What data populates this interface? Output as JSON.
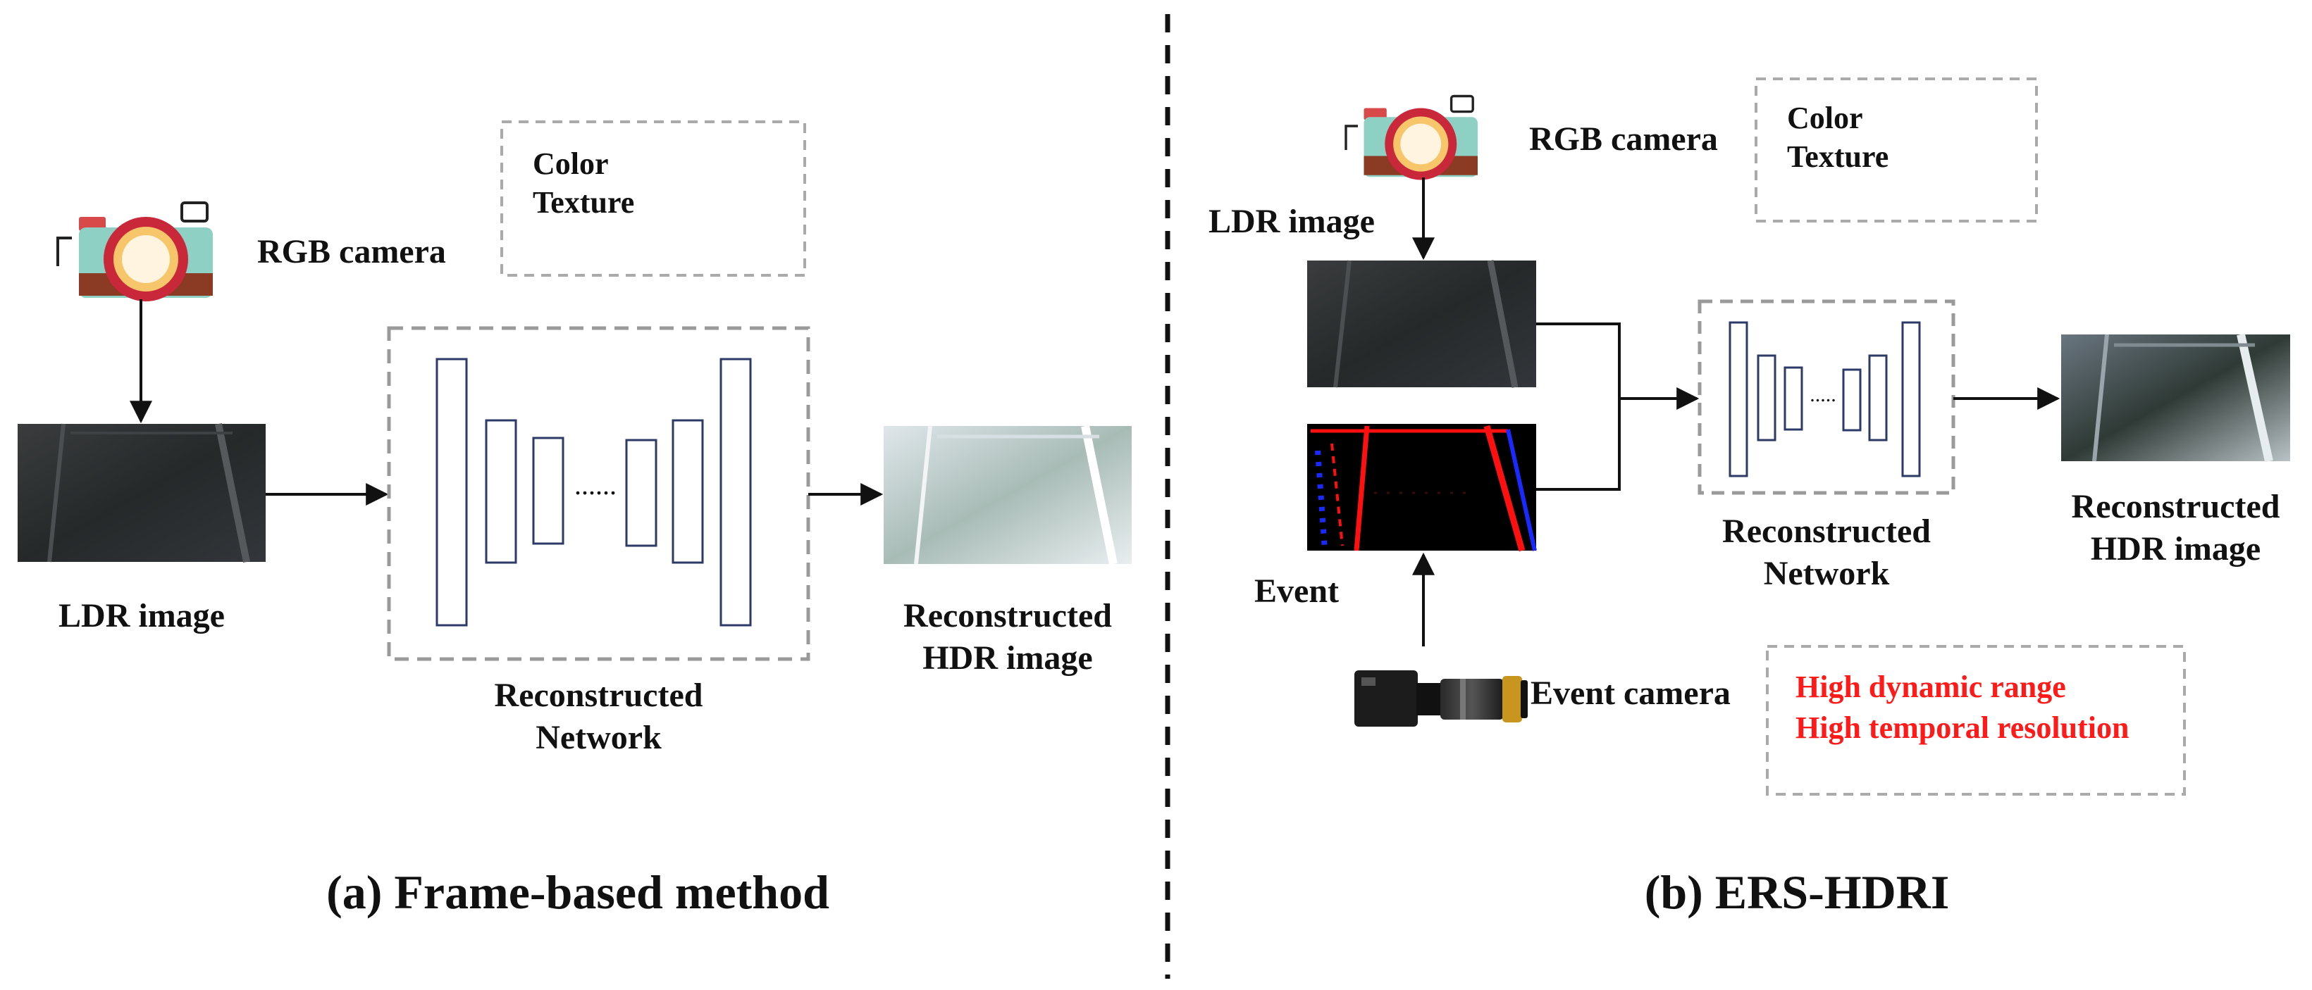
{
  "panel_a": {
    "rgb_camera_label": "RGB camera",
    "feature_note": "Color\nTexture",
    "ldr_image_label": "LDR image",
    "network_label": "Reconstructed\nNetwork",
    "hdr_image_label": "Reconstructed\nHDR image",
    "caption": "(a) Frame-based method"
  },
  "panel_b": {
    "rgb_camera_label": "RGB camera",
    "feature_note": "Color\nTexture",
    "ldr_image_label": "LDR image",
    "event_label": "Event",
    "event_camera_label": "Event camera",
    "event_features": [
      "High dynamic range",
      "High temporal resolution"
    ],
    "network_label": "Reconstructed\nNetwork",
    "hdr_image_label": "Reconstructed\nHDR image",
    "caption": "(b) ERS-HDRI"
  },
  "colors": {
    "network_bar": "#2b3a67",
    "dashed_box": "#9a9a9a",
    "highlight_text": "#ff1a1a",
    "event_positive": "#ff1010",
    "event_negative": "#1a2aff"
  },
  "icons": [
    "rgb-camera-icon",
    "event-camera-icon"
  ]
}
